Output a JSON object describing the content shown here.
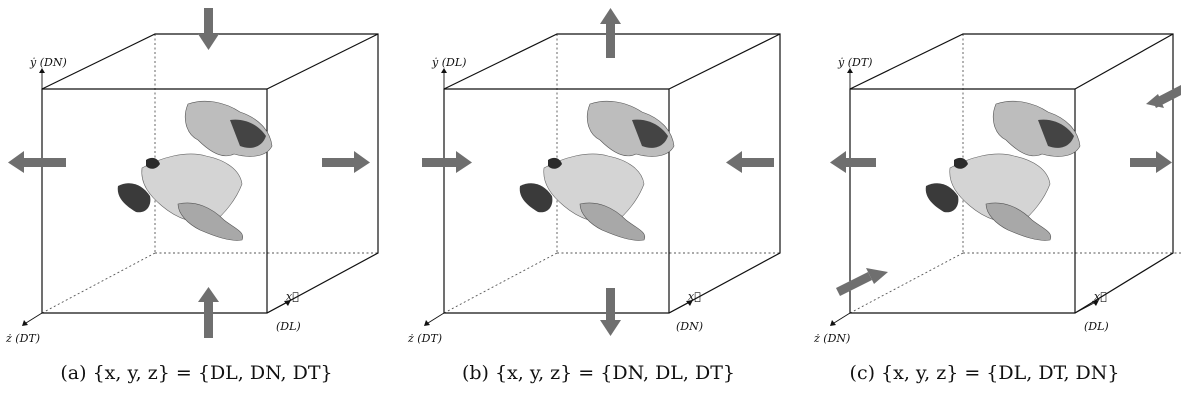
{
  "figure": {
    "panels": [
      {
        "id": "a",
        "caption": "(a) {x, y, z} = {DL, DN, DT}",
        "y_axis_label": "ẏ (DN)",
        "x_axis_label": "(DL)",
        "x_axis_symbol": "x⃗",
        "z_axis_label": "ż (DT)",
        "arrows": [
          "down-top",
          "up-bottom",
          "left-out",
          "right-out"
        ]
      },
      {
        "id": "b",
        "caption": "(b) {x, y, z} = {DN, DL, DT}",
        "y_axis_label": "ẏ (DL)",
        "x_axis_label": "(DN)",
        "x_axis_symbol": "x⃗",
        "z_axis_label": "ż (DT)",
        "arrows": [
          "up-top",
          "down-bottom",
          "right-in",
          "left-in"
        ]
      },
      {
        "id": "c",
        "caption": "(c) {x, y, z} = {DL, DT, DN}",
        "y_axis_label": "ẏ (DT)",
        "x_axis_label": "(DL)",
        "x_axis_symbol": "x⃗",
        "z_axis_label": "ż (DN)",
        "arrows": [
          "left-out",
          "right-out",
          "diag-in-back",
          "diag-in-front"
        ]
      }
    ]
  },
  "colors": {
    "arrow": "#6f6f6f",
    "edge": "#111111",
    "specimen_dark": "#2a2a2a",
    "specimen_light": "#d9d9d9"
  }
}
